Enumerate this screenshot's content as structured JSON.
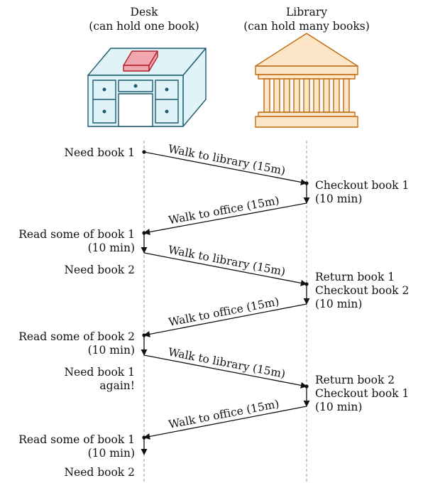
{
  "columns": {
    "desk": {
      "title": "Desk",
      "subtitle": "(can hold one book)"
    },
    "library": {
      "title": "Library",
      "subtitle": "(can hold many books)"
    }
  },
  "desk_events": [
    [
      "Need book 1"
    ],
    [
      "Read some of book 1",
      "(10 min)"
    ],
    [
      "Need book 2"
    ],
    [
      "Read some of book 2",
      "(10 min)"
    ],
    [
      "Need book 1",
      "again!"
    ],
    [
      "Read some of book 1",
      "(10 min)"
    ],
    [
      "Need book 2"
    ]
  ],
  "library_events": [
    [
      "Checkout book 1",
      "(10 min)"
    ],
    [
      "Return book 1",
      "Checkout book 2",
      "(10 min)"
    ],
    [
      "Return book 2",
      "Checkout book 1",
      "(10 min)"
    ]
  ],
  "trips": {
    "to_library": "Walk to library (15m)",
    "to_office": "Walk to office (15m)"
  },
  "colors": {
    "desk_fill": "#dff3f8",
    "desk_stroke": "#1d5a6e",
    "book_fill": "#f1a7ad",
    "book_stroke": "#b3202c",
    "library_fill": "#fde6c7",
    "library_stroke": "#c2690f",
    "timeline": "#9a9a9a",
    "arrow": "#111111"
  }
}
